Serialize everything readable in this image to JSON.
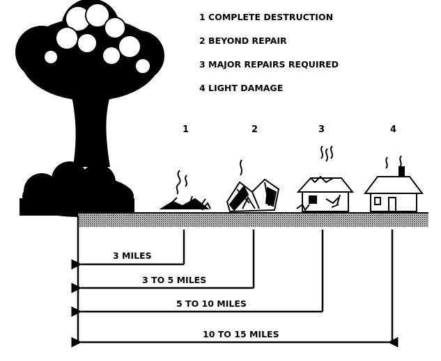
{
  "legend": {
    "items": [
      {
        "text": "1 COMPLETE DESTRUCTION"
      },
      {
        "text": "2 BEYOND REPAIR"
      },
      {
        "text": "3 MAJOR REPAIRS REQUIRED"
      },
      {
        "text": "4 LIGHT DAMAGE"
      }
    ]
  },
  "zones": [
    {
      "number": "1",
      "distance": "3 MILES"
    },
    {
      "number": "2",
      "distance": "3 TO 5 MILES"
    },
    {
      "number": "3",
      "distance": "5 TO 10 MILES"
    },
    {
      "number": "4",
      "distance": "10 TO 15 MILES"
    }
  ],
  "icons": [
    "mushroom-cloud-icon",
    "rubble-icon",
    "collapsed-house-icon",
    "damaged-house-icon",
    "intact-house-icon"
  ]
}
